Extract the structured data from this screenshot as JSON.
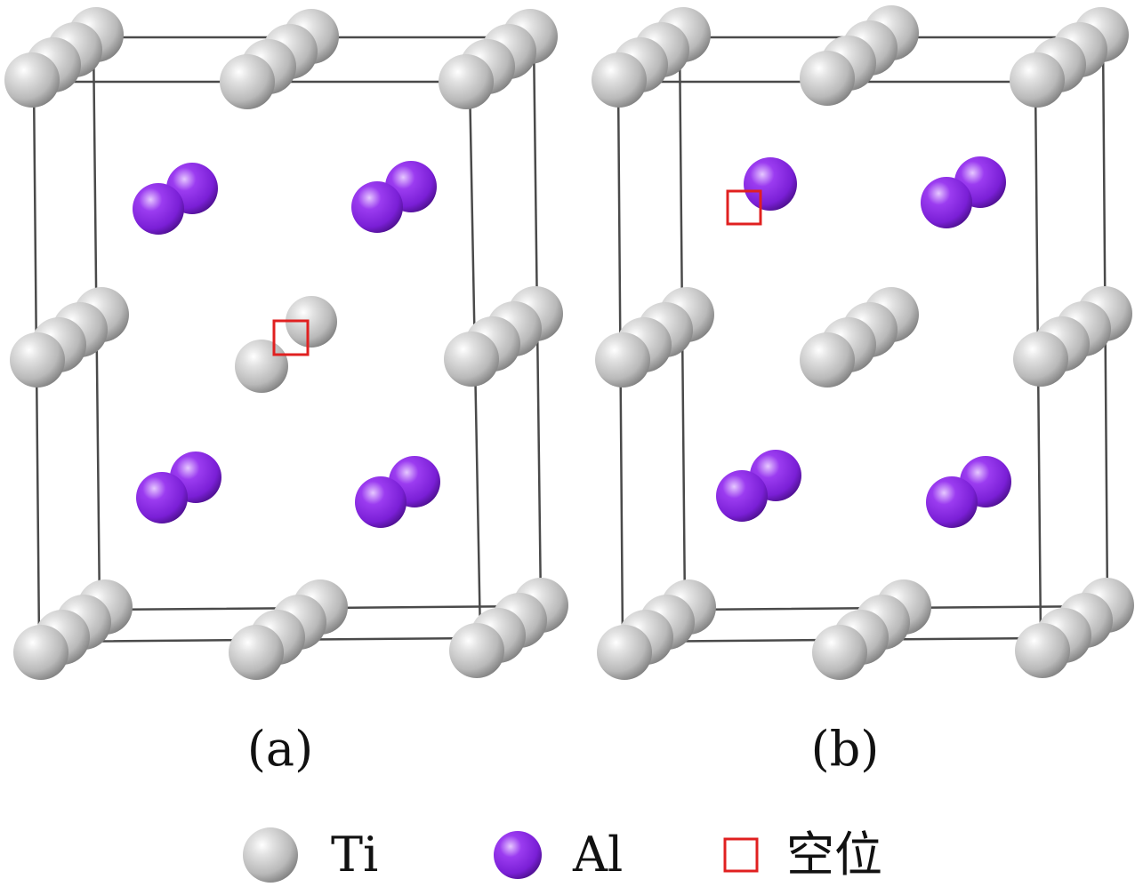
{
  "colors": {
    "ti": "#c6c6c6",
    "al": "#8a2be2",
    "vacancy": "#e02020",
    "frame": "#4a4a4a"
  },
  "panels": [
    {
      "id": "a",
      "label": "(a)",
      "vacancy_site": "center Ti chain"
    },
    {
      "id": "b",
      "label": "(b)",
      "vacancy_site": "upper-left Al pair"
    }
  ],
  "legend": [
    {
      "key": "ti",
      "label": "Ti",
      "icon": "gray-sphere-icon"
    },
    {
      "key": "al",
      "label": "Al",
      "icon": "purple-sphere-icon"
    },
    {
      "key": "vacancy",
      "label": "空位",
      "icon": "red-square-icon"
    }
  ]
}
